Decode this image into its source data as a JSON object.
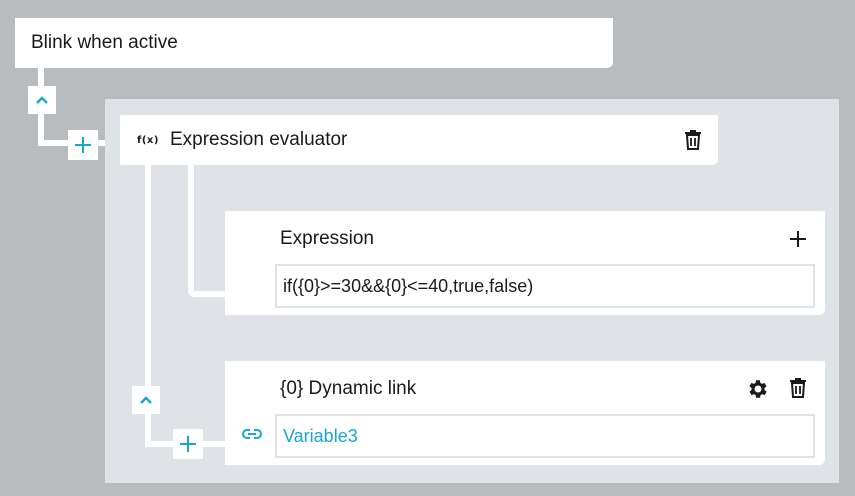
{
  "root": {
    "title": "Blink when active"
  },
  "evaluator": {
    "title": "Expression evaluator",
    "fx_label": "f(x)"
  },
  "expression": {
    "label": "Expression",
    "value": "if({0}>=30&&{0}<=40,true,false)"
  },
  "dynamic_link": {
    "label": "{0} Dynamic link",
    "value": "Variable3"
  },
  "colors": {
    "accent": "#1aa3d9",
    "panel": "#dfe2e6",
    "background": "#b9bcbf"
  }
}
